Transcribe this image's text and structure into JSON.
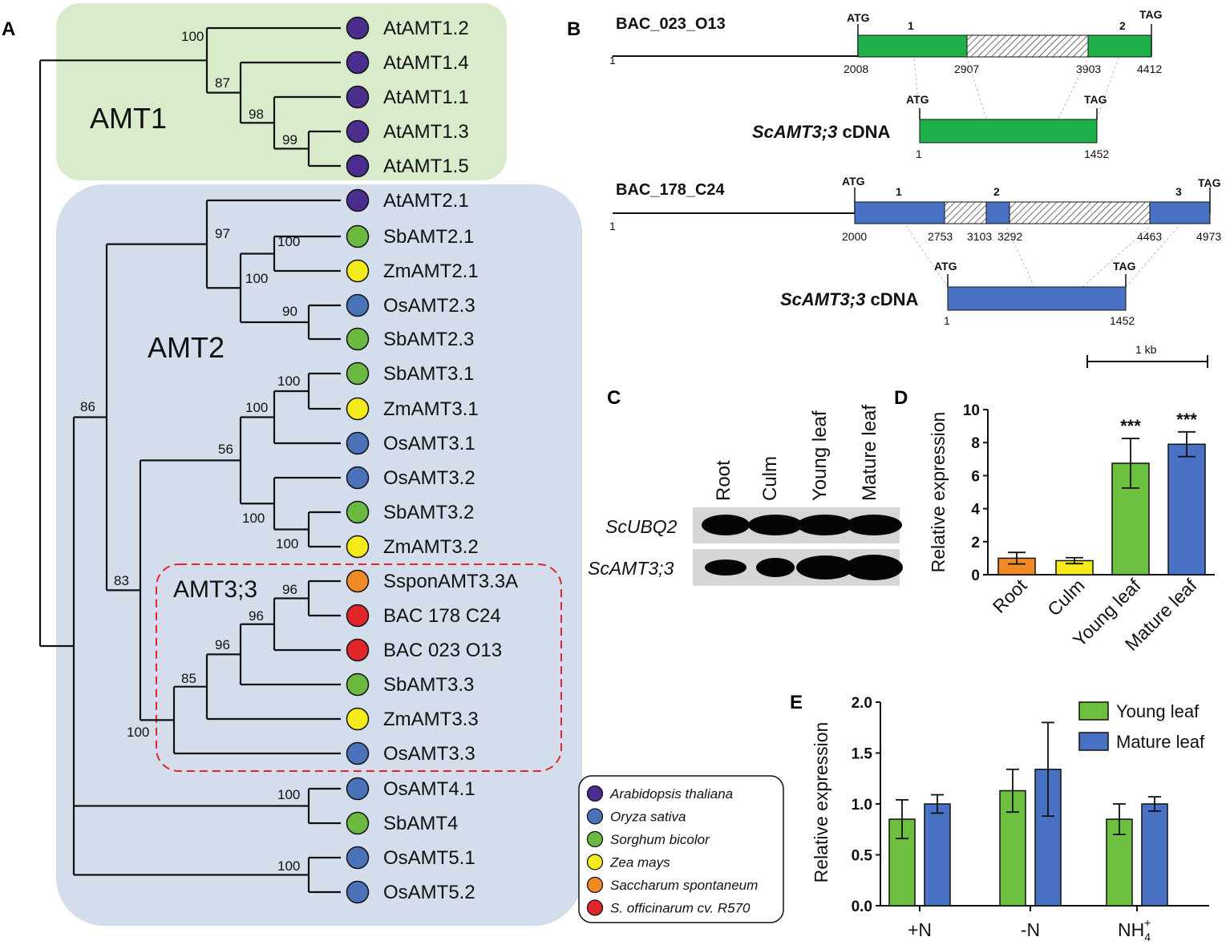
{
  "panels": {
    "A": "A",
    "B": "B",
    "C": "C",
    "D": "D",
    "E": "E"
  },
  "colors": {
    "amt1_bg": "#d8ebcb",
    "amt2_bg": "#d3ddec",
    "arabidopsis": "#4a2d8c",
    "oryza": "#4a72b8",
    "sorghum": "#6cb941",
    "zea": "#f5eb1a",
    "saccharum_spont": "#f08a25",
    "officinarum": "#e0262b",
    "exon_green": "#1fb24a",
    "exon_blue": "#4a72c4",
    "bar_orange": "#f08a25",
    "bar_yellow": "#f5eb1a",
    "bar_green": "#6cbf3f",
    "bar_blue": "#4a72c4",
    "dashed_box": "#e0262b"
  },
  "tree": {
    "groups": {
      "amt1": "AMT1",
      "amt2": "AMT2",
      "amt33": "AMT3;3"
    },
    "leaves": [
      {
        "name": "AtAMT1.2",
        "species": "arabidopsis"
      },
      {
        "name": "AtAMT1.4",
        "species": "arabidopsis"
      },
      {
        "name": "AtAMT1.1",
        "species": "arabidopsis"
      },
      {
        "name": "AtAMT1.3",
        "species": "arabidopsis"
      },
      {
        "name": "AtAMT1.5",
        "species": "arabidopsis"
      },
      {
        "name": "AtAMT2.1",
        "species": "arabidopsis"
      },
      {
        "name": "SbAMT2.1",
        "species": "sorghum"
      },
      {
        "name": "ZmAMT2.1",
        "species": "zea"
      },
      {
        "name": "OsAMT2.3",
        "species": "oryza"
      },
      {
        "name": "SbAMT2.3",
        "species": "sorghum"
      },
      {
        "name": "SbAMT3.1",
        "species": "sorghum"
      },
      {
        "name": "ZmAMT3.1",
        "species": "zea"
      },
      {
        "name": "OsAMT3.1",
        "species": "oryza"
      },
      {
        "name": "OsAMT3.2",
        "species": "oryza"
      },
      {
        "name": "SbAMT3.2",
        "species": "sorghum"
      },
      {
        "name": "ZmAMT3.2",
        "species": "zea"
      },
      {
        "name": "SsponAMT3.3A",
        "species": "saccharum_spont"
      },
      {
        "name": "BAC 178 C24",
        "species": "officinarum"
      },
      {
        "name": "BAC 023 O13",
        "species": "officinarum"
      },
      {
        "name": "SbAMT3.3",
        "species": "sorghum"
      },
      {
        "name": "ZmAMT3.3",
        "species": "zea"
      },
      {
        "name": "OsAMT3.3",
        "species": "oryza"
      },
      {
        "name": "OsAMT4.1",
        "species": "oryza"
      },
      {
        "name": "SbAMT4",
        "species": "sorghum"
      },
      {
        "name": "OsAMT5.1",
        "species": "oryza"
      },
      {
        "name": "OsAMT5.2",
        "species": "oryza"
      }
    ],
    "bootstrap": [
      "100",
      "87",
      "98",
      "99",
      "97",
      "100",
      "100",
      "90",
      "86",
      "100",
      "100",
      "56",
      "100",
      "100",
      "83",
      "96",
      "96",
      "96",
      "85",
      "100",
      "100",
      "100"
    ]
  },
  "legend": [
    {
      "label": "Arabidopsis thaliana",
      "species": "arabidopsis"
    },
    {
      "label": "Oryza sativa",
      "species": "oryza"
    },
    {
      "label": "Sorghum bicolor",
      "species": "sorghum"
    },
    {
      "label": "Zea mays",
      "species": "zea"
    },
    {
      "label": "Saccharum spontaneum",
      "species": "saccharum_spont"
    },
    {
      "label": "S. officinarum cv. R570",
      "species": "officinarum"
    }
  ],
  "gene_structure": {
    "bac1": {
      "title": "BAC_023_O13",
      "start": "1",
      "atg": "ATG",
      "tag": "TAG",
      "exon_labels": [
        "1",
        "2"
      ],
      "positions": [
        "2008",
        "2907",
        "3903",
        "4412"
      ],
      "cdna_label_italic": "ScAMT3;3",
      "cdna_label_rest": " cDNA",
      "cdna_start": "1",
      "cdna_end": "1452"
    },
    "bac2": {
      "title": "BAC_178_C24",
      "start": "1",
      "atg": "ATG",
      "tag": "TAG",
      "exon_labels": [
        "1",
        "2",
        "3"
      ],
      "positions": [
        "2000",
        "2753",
        "3103",
        "3292",
        "4463",
        "4973"
      ],
      "cdna_label_italic": "ScAMT3;3",
      "cdna_label_rest": " cDNA",
      "cdna_start": "1",
      "cdna_end": "1452"
    },
    "scale_bar": "1 kb"
  },
  "gel": {
    "lanes": [
      "Root",
      "Culm",
      "Young leaf",
      "Mature leaf"
    ],
    "rows": [
      "ScUBQ2",
      "ScAMT3;3"
    ]
  },
  "chart_data": [
    {
      "id": "D",
      "type": "bar",
      "categories": [
        "Root",
        "Culm",
        "Young leaf",
        "Mature leaf"
      ],
      "values": [
        1.0,
        0.85,
        6.75,
        7.9
      ],
      "errors": [
        0.35,
        0.18,
        1.5,
        0.75
      ],
      "annotations": [
        "",
        "",
        "***",
        "***"
      ],
      "ylabel": "Relative expression",
      "ylim": [
        0,
        10
      ],
      "yticks": [
        "0",
        "2",
        "4",
        "6",
        "8",
        "10"
      ]
    },
    {
      "id": "E",
      "type": "bar",
      "categories": [
        "+N",
        "-N",
        "NH4+"
      ],
      "category_display": {
        "nh4_main": "NH",
        "nh4_sub": "4",
        "nh4_sup": "+"
      },
      "series": [
        {
          "name": "Young leaf",
          "values": [
            0.85,
            1.13,
            0.85
          ],
          "errors": [
            0.19,
            0.21,
            0.15
          ]
        },
        {
          "name": "Mature leaf",
          "values": [
            1.0,
            1.34,
            1.0
          ],
          "errors": [
            0.09,
            0.46,
            0.07
          ]
        }
      ],
      "ylabel": "Relative expression",
      "ylim": [
        0,
        2.0
      ],
      "yticks": [
        "0.0",
        "0.5",
        "1.0",
        "1.5",
        "2.0"
      ]
    }
  ]
}
